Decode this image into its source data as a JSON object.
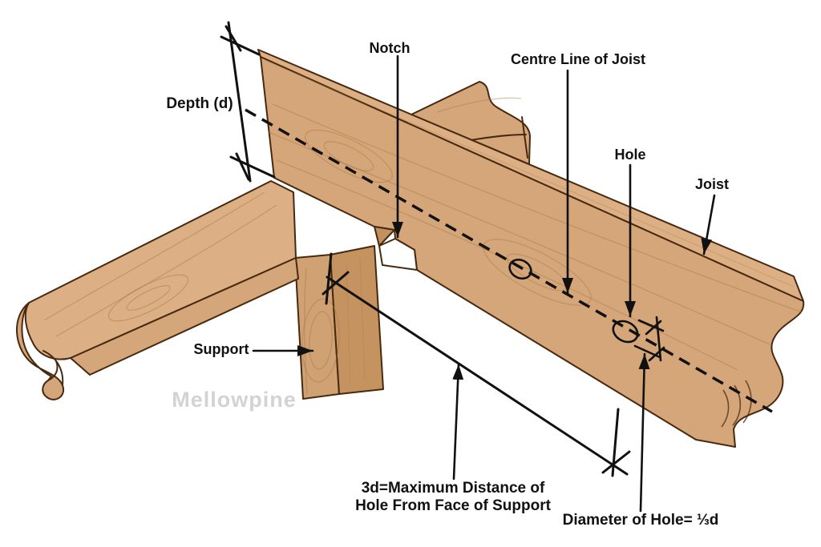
{
  "watermark": "Mellowpine",
  "labels": {
    "depth": "Depth (d)",
    "notch": "Notch",
    "centre_line": "Centre Line of Joist",
    "hole": "Hole",
    "joist": "Joist",
    "support": "Support",
    "max_distance_line1": "3d=Maximum Distance of",
    "max_distance_line2": "Hole From Face of Support",
    "diameter": "Diameter of Hole= ⅓d"
  },
  "colors": {
    "background": "#ffffff",
    "outline": "#47290f",
    "wood_face": "#d5a679",
    "wood_top": "#dcb084",
    "wood_side": "#c3915f",
    "wood_post": "#cfa173",
    "wood_post_side": "#c5935f",
    "annotation": "#111111",
    "watermark": "#d3d3d3",
    "grain": "#a87948"
  }
}
